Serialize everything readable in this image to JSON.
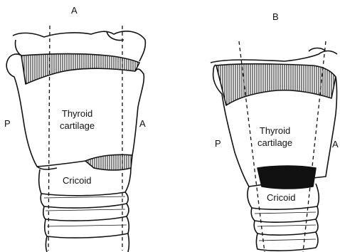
{
  "panels": [
    {
      "letter": "A",
      "posterior": "P",
      "anterior": "A",
      "thyroid": [
        "Thyroid",
        "cartilage"
      ],
      "cricoid": "Cricoid"
    },
    {
      "letter": "B",
      "posterior": "P",
      "anterior": "A",
      "thyroid": [
        "Thyroid",
        "cartilage"
      ],
      "cricoid": "Cricoid"
    }
  ],
  "colors": {
    "ink": "#111111",
    "paper": "#ffffff",
    "hatch": "#2a2a2a"
  }
}
